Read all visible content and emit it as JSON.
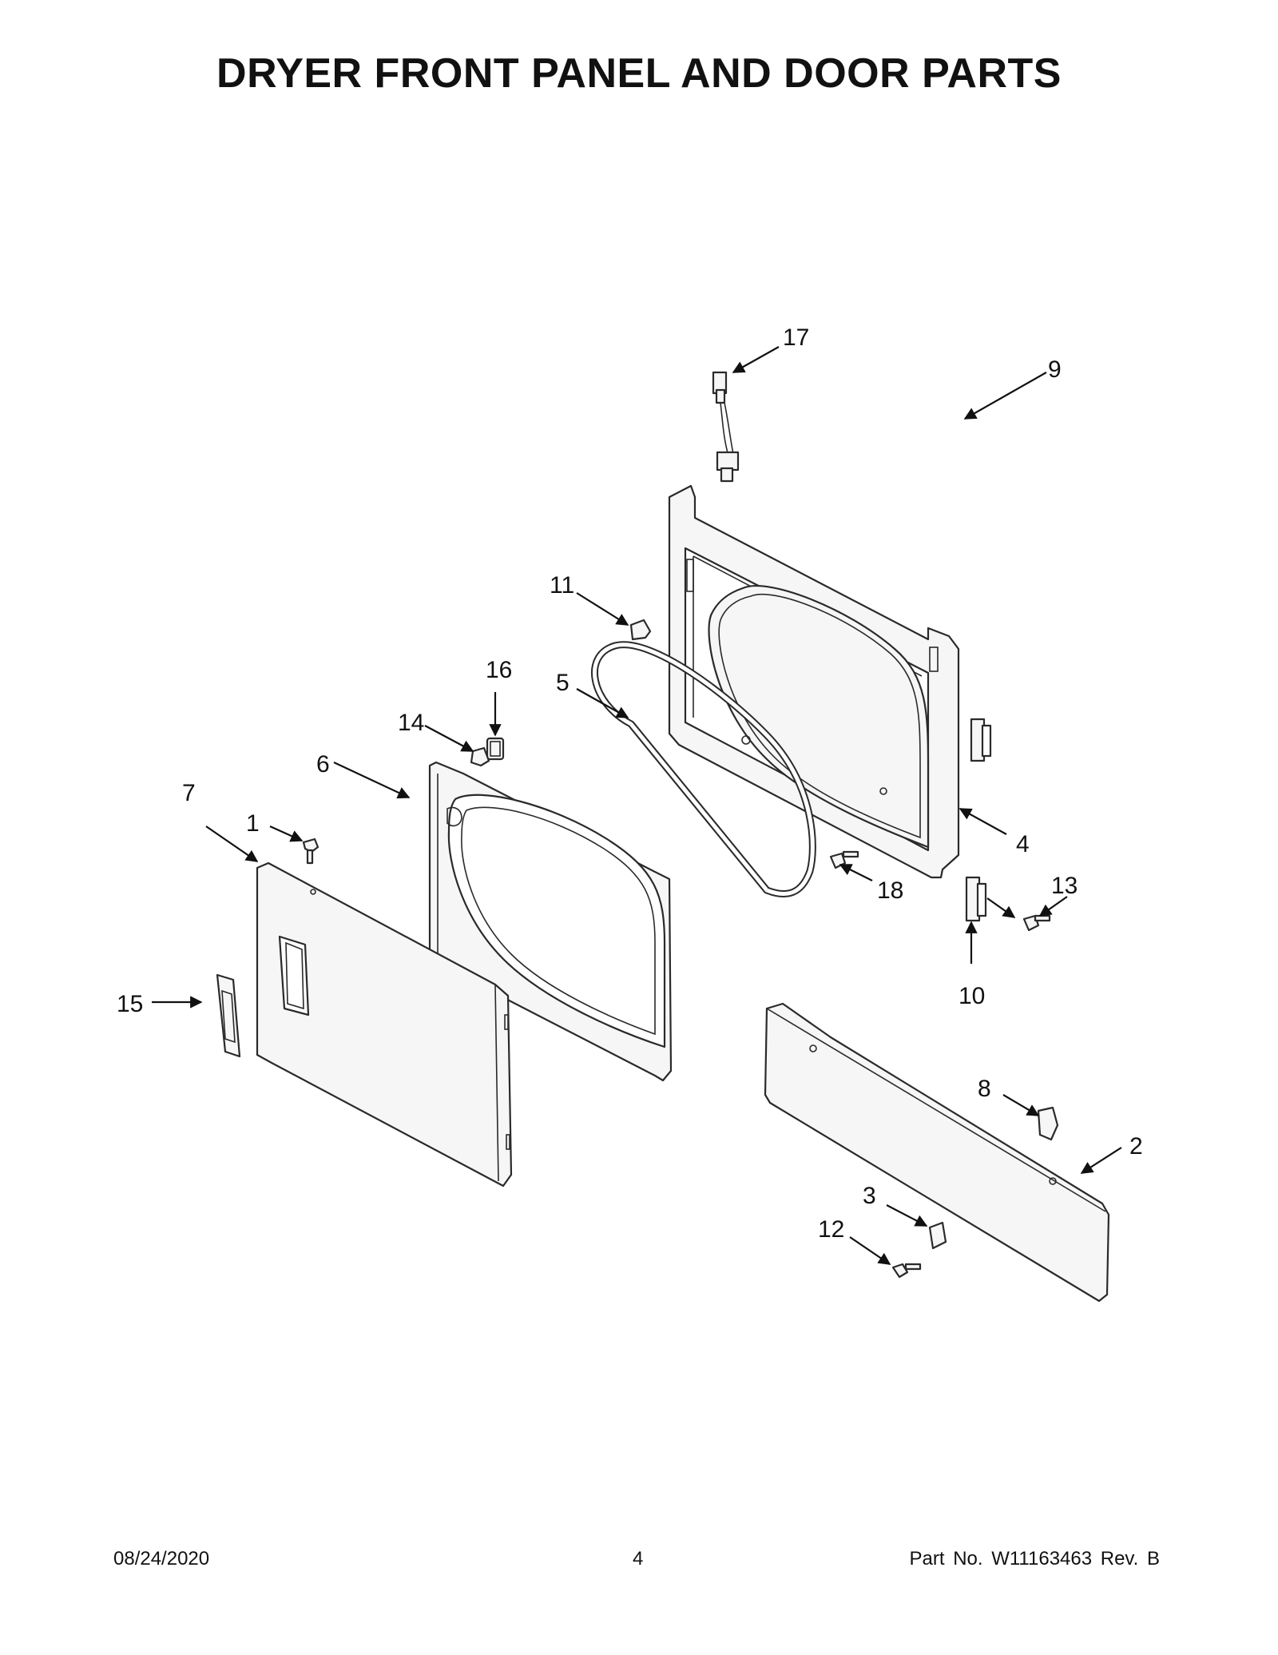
{
  "title": "DRYER FRONT PANEL AND DOOR PARTS",
  "callouts": [
    {
      "id": "1",
      "label": "1"
    },
    {
      "id": "2",
      "label": "2"
    },
    {
      "id": "3",
      "label": "3"
    },
    {
      "id": "4",
      "label": "4"
    },
    {
      "id": "5",
      "label": "5"
    },
    {
      "id": "6",
      "label": "6"
    },
    {
      "id": "7",
      "label": "7"
    },
    {
      "id": "8",
      "label": "8"
    },
    {
      "id": "9",
      "label": "9"
    },
    {
      "id": "10",
      "label": "10"
    },
    {
      "id": "11",
      "label": "11"
    },
    {
      "id": "12",
      "label": "12"
    },
    {
      "id": "13",
      "label": "13"
    },
    {
      "id": "14",
      "label": "14"
    },
    {
      "id": "15",
      "label": "15"
    },
    {
      "id": "16",
      "label": "16"
    },
    {
      "id": "17",
      "label": "17"
    },
    {
      "id": "18",
      "label": "18"
    }
  ],
  "footer": {
    "date": "08/24/2020",
    "page": "4",
    "part_number": "Part No.  W11163463  Rev.  B"
  },
  "colors": {
    "line": "#2a2a2a",
    "text": "#111111",
    "background": "#ffffff"
  }
}
